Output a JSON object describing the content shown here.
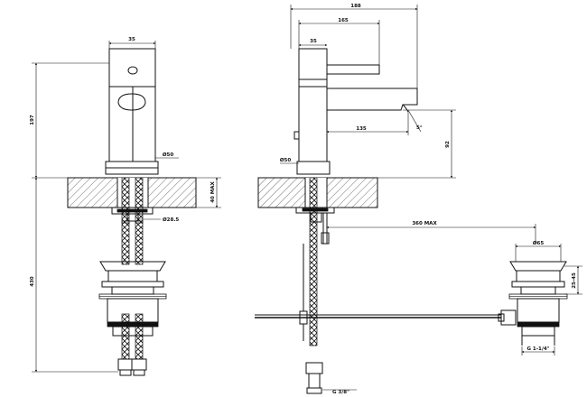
{
  "dimensions": {
    "front_body_width": "35",
    "front_overall_height": "197",
    "front_base_dia": "Ø50",
    "front_lower_height": "430",
    "front_counter_thickness": "40 MAX",
    "front_tail_dia": "Ø28.5",
    "side_overall_width": "188",
    "side_spout_length": "165",
    "side_handle_offset": "35",
    "side_spout_reach": "135",
    "side_spout_height": "92",
    "side_base_dia": "Ø50",
    "waste_rod_length": "360 MAX",
    "waste_flange_dia": "Ø65",
    "waste_drop": "25-45",
    "waste_thread": "G 1-1/4\"",
    "hose_thread": "G 3/8\""
  },
  "annotations": {
    "flow_angle": "5°"
  }
}
